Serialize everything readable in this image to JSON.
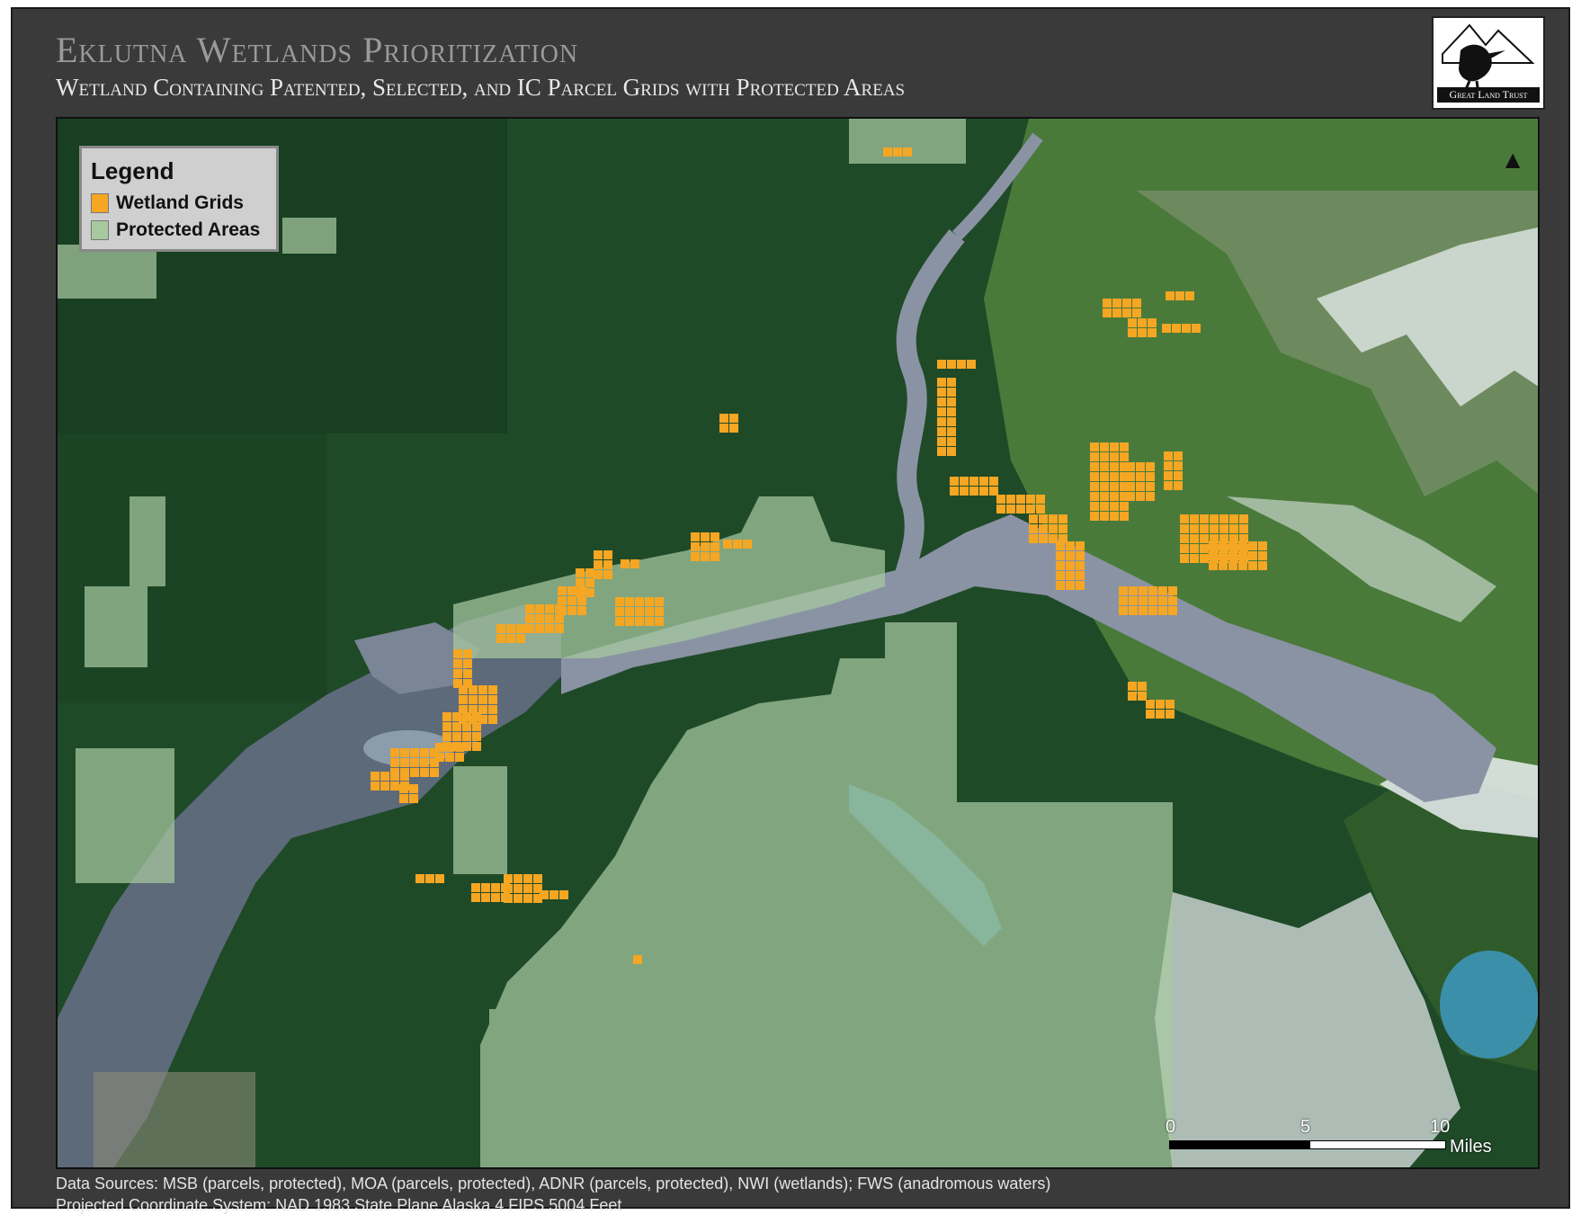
{
  "title": "Eklutna Wetlands Prioritization",
  "subtitle": "Wetland Containing Patented, Selected, and IC Parcel Grids with Protected Areas",
  "logo": {
    "text": "Great Land Trust"
  },
  "legend": {
    "title": "Legend",
    "items": [
      {
        "label": "Wetland Grids",
        "color": "#f5a623"
      },
      {
        "label": "Protected Areas",
        "color": "#a7c9a0"
      }
    ]
  },
  "north_arrow": {
    "icon": "north-arrow-icon",
    "glyph": "▲"
  },
  "scale_bar": {
    "ticks": [
      "0",
      "5",
      "10"
    ],
    "unit": "Miles"
  },
  "footer": {
    "sources": "Data Sources: MSB (parcels, protected), MOA (parcels, protected), ADNR (parcels, protected), NWI (wetlands); FWS (anadromous waters)",
    "projection": "Projected Coordinate System: NAD 1983 State Plane Alaska 4 FIPS 5004 Feet"
  },
  "colors": {
    "forest": "#1f4a28",
    "forest_dark": "#163a1f",
    "water": "#5d6a7a",
    "river": "#8a93a3",
    "mountain": "#4a7a3a",
    "snow": "#eaeef2",
    "protected": "#a7c9a0",
    "wetland": "#f5a623",
    "lake": "#3c8fa8"
  }
}
